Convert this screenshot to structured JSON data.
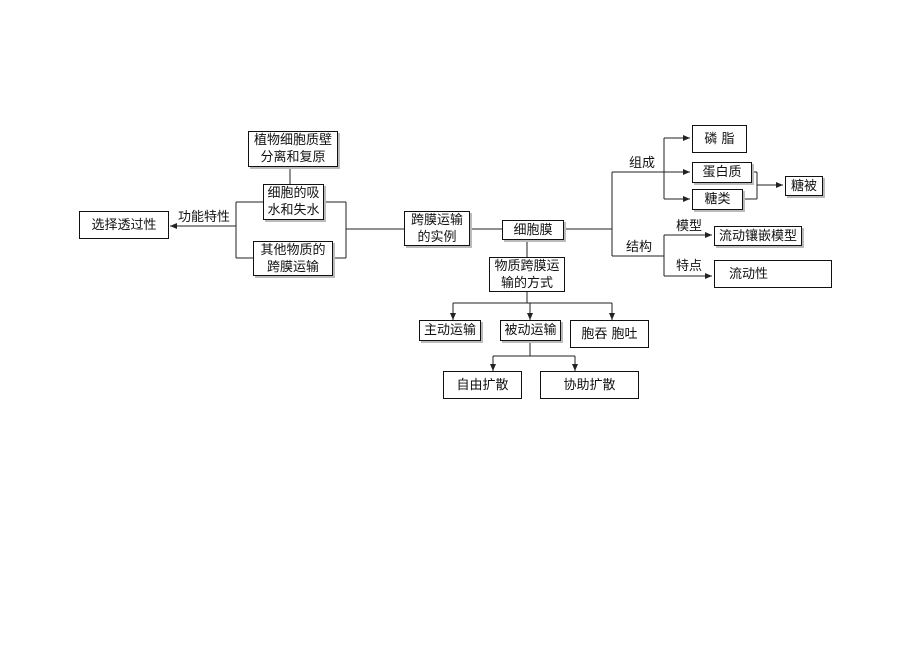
{
  "nodes": {
    "plasmolysis": "植物细胞质壁\n分离和复原",
    "water": "细胞的吸\n水和失水",
    "other": "其他物质的\n跨膜运输",
    "selective": "选择透过性",
    "examples": "跨膜运输\n的实例",
    "membrane": "细胞膜",
    "modes": "物质跨膜运\n输的方式",
    "active": "主动运输",
    "passive": "被动运输",
    "endo": "胞吞  胞吐",
    "free": "自由扩散",
    "facilitated": "协助扩散",
    "phospholipid": "磷  脂",
    "protein": "蛋白质",
    "sugar": "糖类",
    "glycocalyx": "糖被",
    "mosaic": "流动镶嵌模型",
    "fluidity": "流动性"
  },
  "labels": {
    "function": "功能特性",
    "composition": "组成",
    "structure": "结构",
    "model": "模型",
    "feature": "特点"
  }
}
